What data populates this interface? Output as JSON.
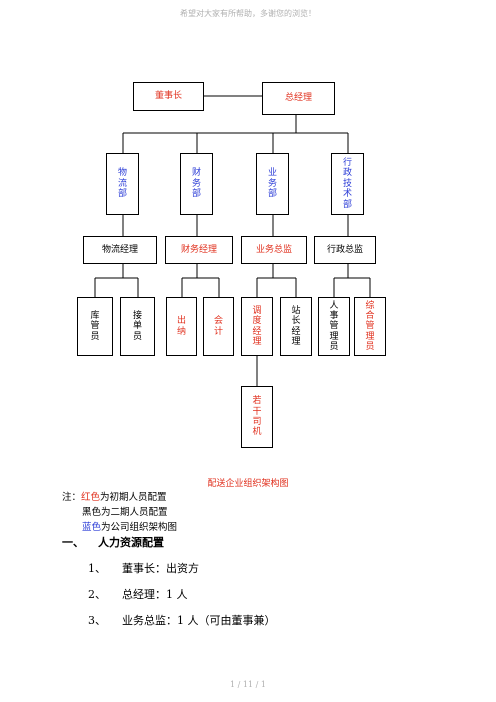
{
  "header": "希望对大家有所帮助，多谢您的浏览！",
  "chart": {
    "chairman": "董事长",
    "gm": "总经理",
    "depts": [
      {
        "chars": [
          "物",
          "流",
          "部"
        ]
      },
      {
        "chars": [
          "财",
          "务",
          "部"
        ]
      },
      {
        "chars": [
          "业",
          "务",
          "部"
        ]
      },
      {
        "chars": [
          "行",
          "政",
          "技",
          "术",
          "部"
        ]
      }
    ],
    "managers": [
      "物流经理",
      "财务经理",
      "业务总监",
      "行政总监"
    ],
    "staff": [
      {
        "chars": [
          "库",
          "管",
          "员"
        ]
      },
      {
        "chars": [
          "接",
          "单",
          "员"
        ]
      },
      {
        "chars": [
          "出",
          "纳"
        ]
      },
      {
        "chars": [
          "会",
          "计"
        ]
      },
      {
        "chars": [
          "调",
          "度",
          "经",
          "理"
        ]
      },
      {
        "chars": [
          "站",
          "长",
          "经",
          "理"
        ]
      },
      {
        "chars": [
          "人",
          "事",
          "管",
          "理",
          "员"
        ]
      },
      {
        "chars": [
          "综",
          "合",
          "管",
          "理",
          "员"
        ]
      }
    ],
    "drivers": {
      "chars": [
        "若",
        "干",
        "司",
        "机"
      ]
    },
    "caption": "配送企业组织架构图"
  },
  "note": {
    "prefix": "注：",
    "red_word": "红色",
    "red_rest": "为初期人员配置",
    "black_line": "黑色为二期人员配置",
    "blue_word": "蓝色",
    "blue_rest": "为公司组织架构图"
  },
  "section": {
    "number": "一、",
    "title": "人力资源配置"
  },
  "items": [
    {
      "num": "1、",
      "text": "董事长：出资方"
    },
    {
      "num": "2、",
      "text": "总经理：1 人"
    },
    {
      "num": "3、",
      "text": "业务总监：1 人（可由董事兼）"
    }
  ],
  "footer": "1 / 11 / 1",
  "colors": {
    "red": "#e0301e",
    "blue": "#2a3bd6"
  }
}
